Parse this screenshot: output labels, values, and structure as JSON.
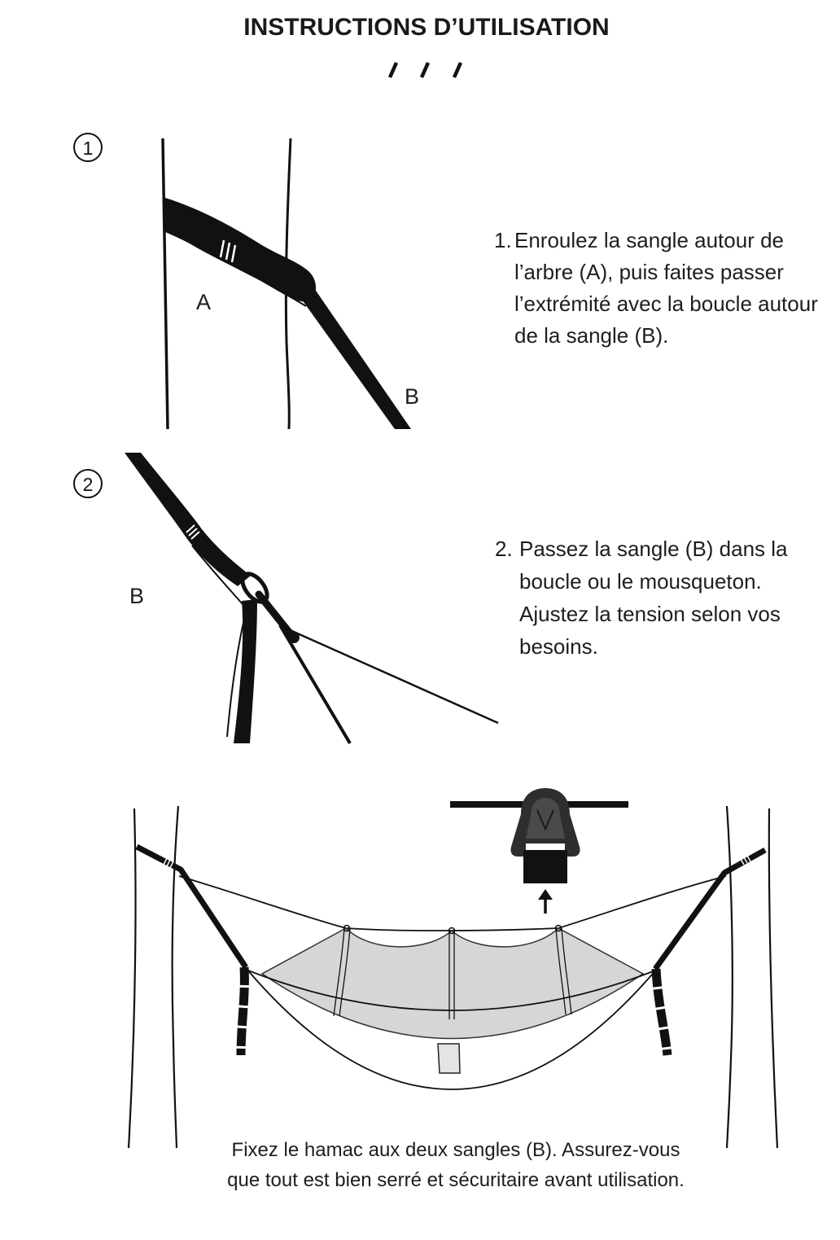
{
  "document": {
    "title": "INSTRUCTIONS D’UTILISATION"
  },
  "steps": [
    {
      "number": "1",
      "list_marker": "1.",
      "lines": [
        "Enroulez la sangle autour de",
        "l’arbre (A), puis faites passer",
        "l’extrémité avec la boucle autour",
        "de la sangle (B)."
      ],
      "labels": {
        "tree": "A",
        "strap": "B"
      }
    },
    {
      "number": "2",
      "list_marker": "2.",
      "lines": [
        "Passez la sangle (B) dans la",
        "boucle ou le mousqueton.",
        "Ajustez la tension selon vos",
        "besoins."
      ],
      "labels": {
        "strap": "B"
      }
    }
  ],
  "final_step": {
    "lines": [
      "Fixez le hamac aux deux sangles (B). Assurez-vous",
      "que tout est bien serré et sécuritaire avant utilisation."
    ]
  },
  "icons": {
    "title_divider": "slash-divider-icon",
    "step_badge": "circled-number-icon",
    "inset_arrow": "arrow-up-icon",
    "inset_buckle": "buckle-icon"
  },
  "colors": {
    "ink": "#111111",
    "text": "#1e1e1e",
    "net_fill": "#d6d6d6",
    "buckle": "#2e2e2e",
    "background": "#ffffff"
  }
}
